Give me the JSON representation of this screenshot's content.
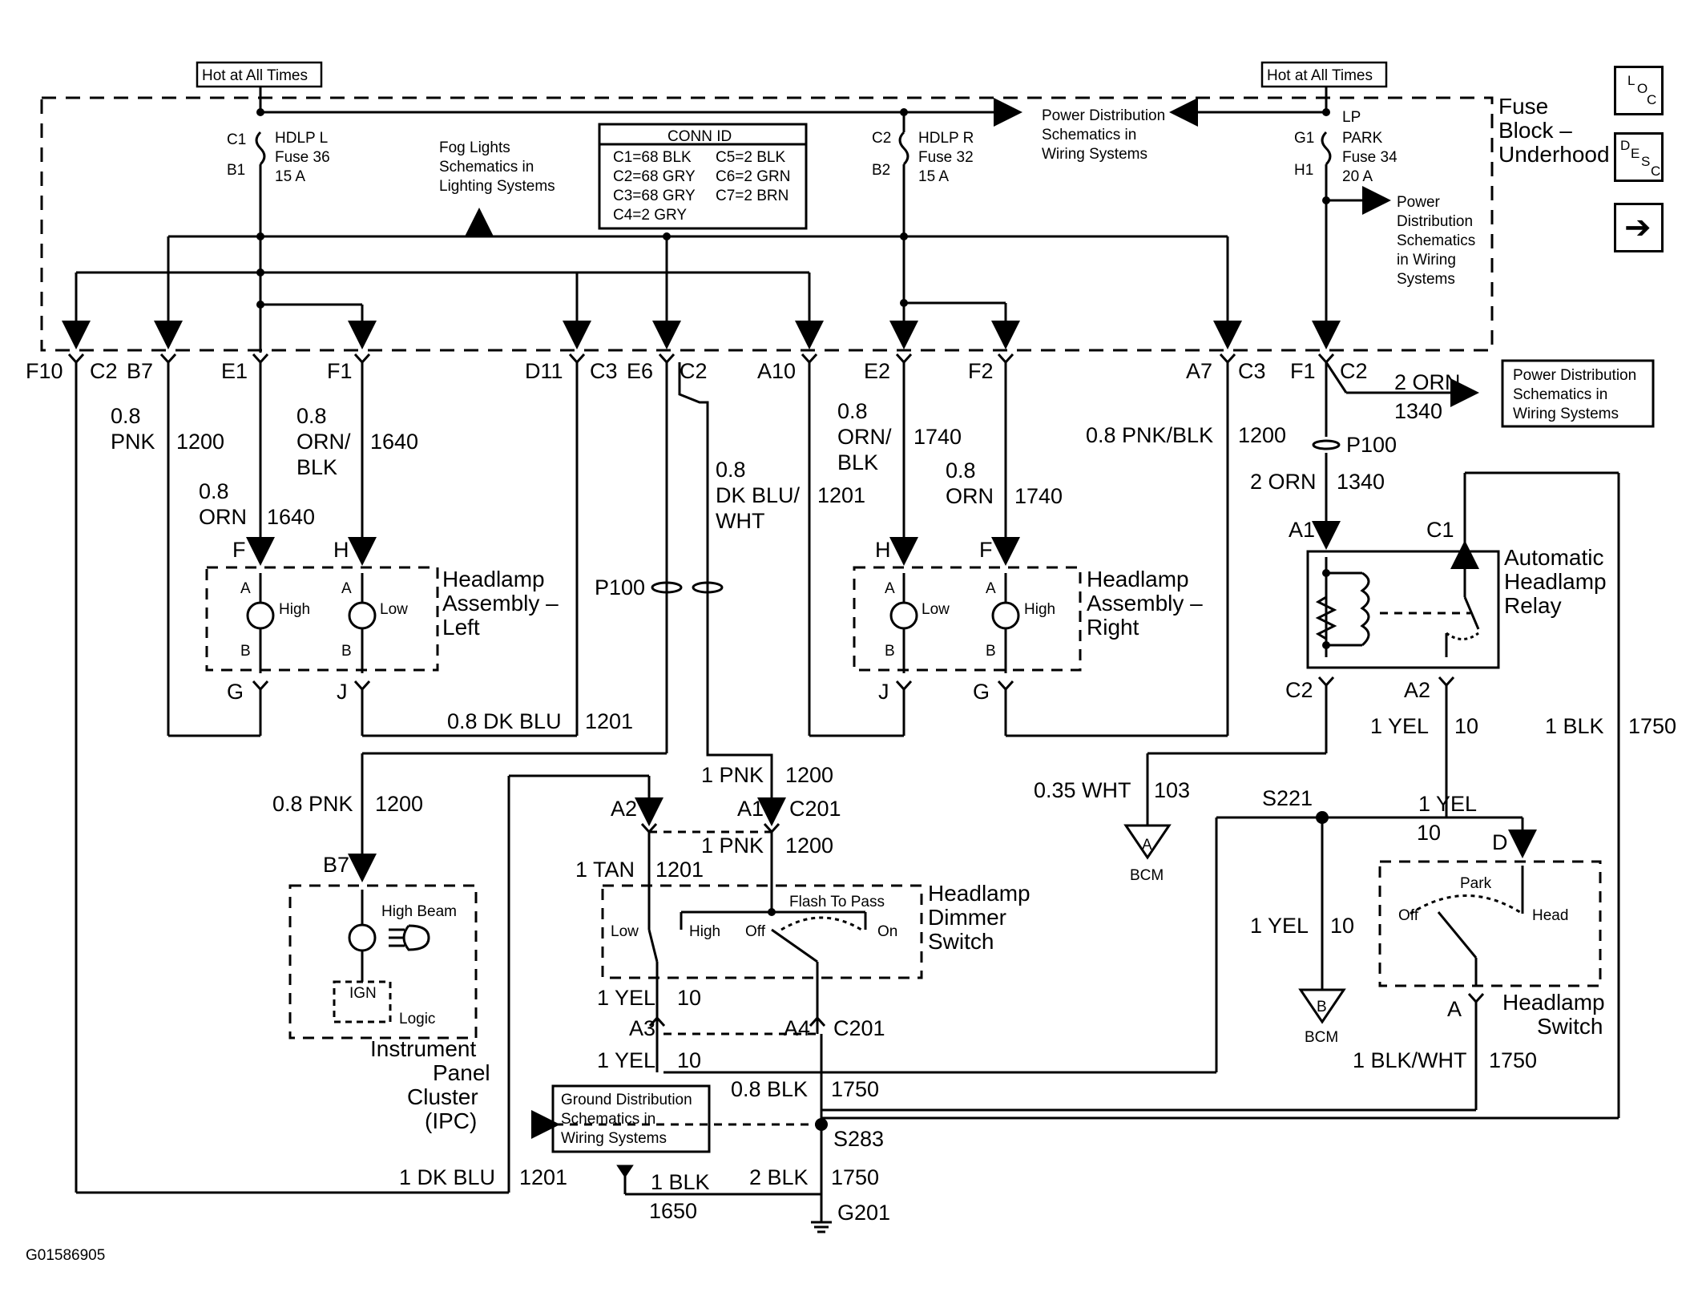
{
  "nav": {
    "loc_parts": [
      "L",
      "O",
      "C"
    ],
    "desc_parts": [
      "D",
      "E",
      "S",
      "C"
    ],
    "next_symbol": "➔"
  },
  "hot_left": "Hot at All Times",
  "hot_right": "Hot at All Times",
  "fuse_block": [
    "Fuse",
    "Block –",
    "Underhood"
  ],
  "fuses": {
    "left": {
      "pin_top": "C1",
      "pin_bot": "B1",
      "lines": [
        "HDLP L",
        "Fuse 36",
        "15 A"
      ]
    },
    "mid": {
      "pin_top": "C2",
      "pin_bot": "B2",
      "lines": [
        "HDLP R",
        "Fuse 32",
        "15 A"
      ]
    },
    "right": {
      "pin_top": "G1",
      "pin_bot": "H1",
      "lines": [
        "LP",
        "PARK",
        "Fuse 34",
        "20 A"
      ]
    }
  },
  "conn_id": {
    "title": "CONN ID",
    "col1": [
      "C1=68 BLK",
      "C2=68 GRY",
      "C3=68 GRY",
      "C4=2 GRY"
    ],
    "col2": [
      "C5=2 BLK",
      "C6=2 GRN",
      "C7=2 BRN"
    ]
  },
  "fog": [
    "Fog Lights",
    "Schematics in",
    "Lighting Systems"
  ],
  "pd_top": [
    "Power Distribution",
    "Schematics in",
    "Wiring Systems"
  ],
  "pd_right": [
    "Power",
    "Distribution",
    "Schematics",
    "in Wiring",
    "Systems"
  ],
  "pd_box": [
    "Power Distribution",
    "Schematics in",
    "Wiring Systems"
  ],
  "gd_box": [
    "Ground Distribution",
    "Schematics in",
    "Wiring Systems"
  ],
  "connectors": [
    "F10",
    "C2",
    "B7",
    "E1",
    "F1",
    "D11",
    "C3",
    "E6",
    "C2",
    "A10",
    "E2",
    "F2",
    "A7",
    "C3",
    "F1",
    "C2"
  ],
  "wires": {
    "w1": [
      "0.8",
      "PNK",
      "1200"
    ],
    "w2": [
      "0.8",
      "ORN",
      "1640"
    ],
    "w3": [
      "0.8",
      "ORN/",
      "BLK",
      "1640"
    ],
    "w4": [
      "0.8",
      "DK BLU/",
      "WHT",
      "1201"
    ],
    "w5": [
      "0.8",
      "ORN/",
      "BLK",
      "1740"
    ],
    "w6": [
      "0.8",
      "ORN",
      "1740"
    ],
    "w7": [
      "0.8 PNK/BLK",
      "1200"
    ],
    "w8": [
      "2 ORN",
      "1340"
    ],
    "w9": [
      "2 ORN",
      "1340"
    ],
    "w10": [
      "0.8 DK BLU",
      "1201"
    ],
    "w11": [
      "0.8 PNK",
      "1200"
    ],
    "w12": [
      "1 PNK",
      "1200"
    ],
    "w13": [
      "1 PNK",
      "1200"
    ],
    "w14": [
      "1 TAN",
      "1201"
    ],
    "w15": [
      "1 YEL",
      "10"
    ],
    "w16": [
      "1 YEL",
      "10"
    ],
    "w17": [
      "0.8 BLK",
      "1750"
    ],
    "w18": [
      "1 BLK",
      "1650"
    ],
    "w19": [
      "2 BLK",
      "1750"
    ],
    "w20": [
      "1 DK BLU",
      "1201"
    ],
    "w21": [
      "1 YEL",
      "10"
    ],
    "w22": [
      "1 BLK",
      "1750"
    ],
    "w23": [
      "0.35 WHT",
      "103"
    ],
    "w24": [
      "1 YEL",
      "10"
    ],
    "w25": [
      "1 YEL",
      "10"
    ],
    "w26": [
      "1 BLK/WHT",
      "1750"
    ]
  },
  "pins": {
    "F": "F",
    "H": "H",
    "G": "G",
    "J": "J",
    "A": "A",
    "B": "B",
    "A1": "A1",
    "C1": "C1",
    "C2": "C2",
    "A2": "A2",
    "B7": "B7",
    "A3": "A3",
    "A4": "A4",
    "D": "D"
  },
  "p100": "P100",
  "c201": "C201",
  "s221": "S221",
  "s283": "S283",
  "g201": "G201",
  "bcm": "BCM",
  "bcm_a": "A",
  "bcm_b": "B",
  "headlamp_left": {
    "title": [
      "Headlamp",
      "Assembly –",
      "Left"
    ],
    "high": "High",
    "low": "Low"
  },
  "headlamp_right": {
    "title": [
      "Headlamp",
      "Assembly –",
      "Right"
    ],
    "high": "High",
    "low": "Low"
  },
  "relay": [
    "Automatic",
    "Headlamp",
    "Relay"
  ],
  "dimmer": {
    "title": [
      "Headlamp",
      "Dimmer",
      "Switch"
    ],
    "flash": "Flash To Pass",
    "low": "Low",
    "high": "High",
    "off": "Off",
    "on": "On"
  },
  "hl_switch": {
    "title": [
      "Headlamp",
      "Switch"
    ],
    "park": "Park",
    "off": "Off",
    "head": "Head"
  },
  "ipc": {
    "title": [
      "Instrument",
      "Panel",
      "Cluster",
      "(IPC)"
    ],
    "high_beam": "High Beam",
    "ign": "IGN",
    "logic": "Logic"
  },
  "figure_id": "G01586905"
}
